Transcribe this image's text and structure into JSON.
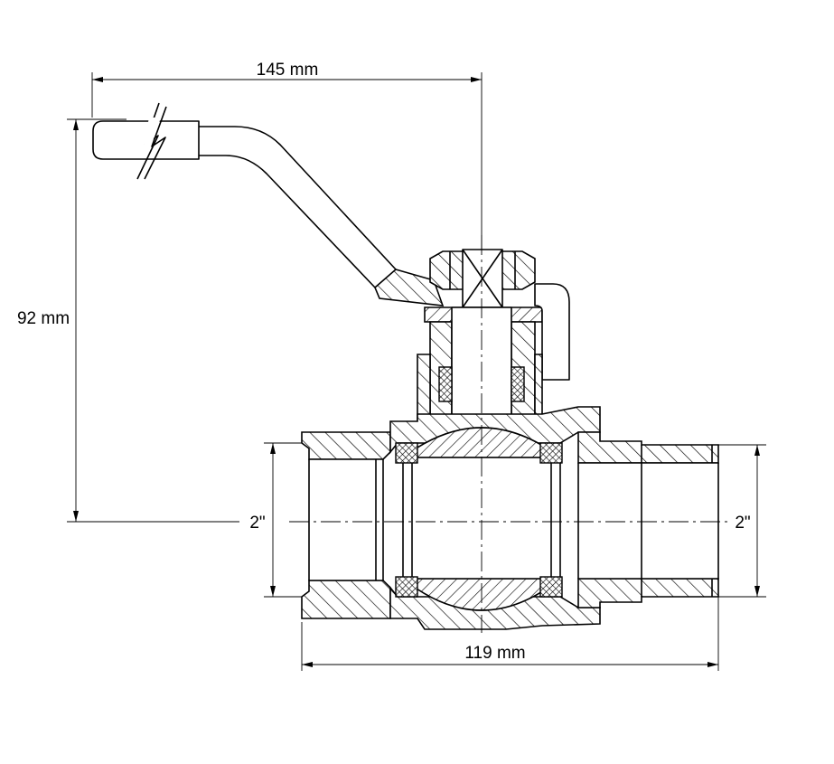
{
  "dimensions": {
    "handle_length": "145 mm",
    "height": "92 mm",
    "body_length": "119 mm",
    "left_thread": "2\"",
    "right_thread": "2\""
  },
  "colors": {
    "line": "#000000",
    "background": "#ffffff"
  }
}
